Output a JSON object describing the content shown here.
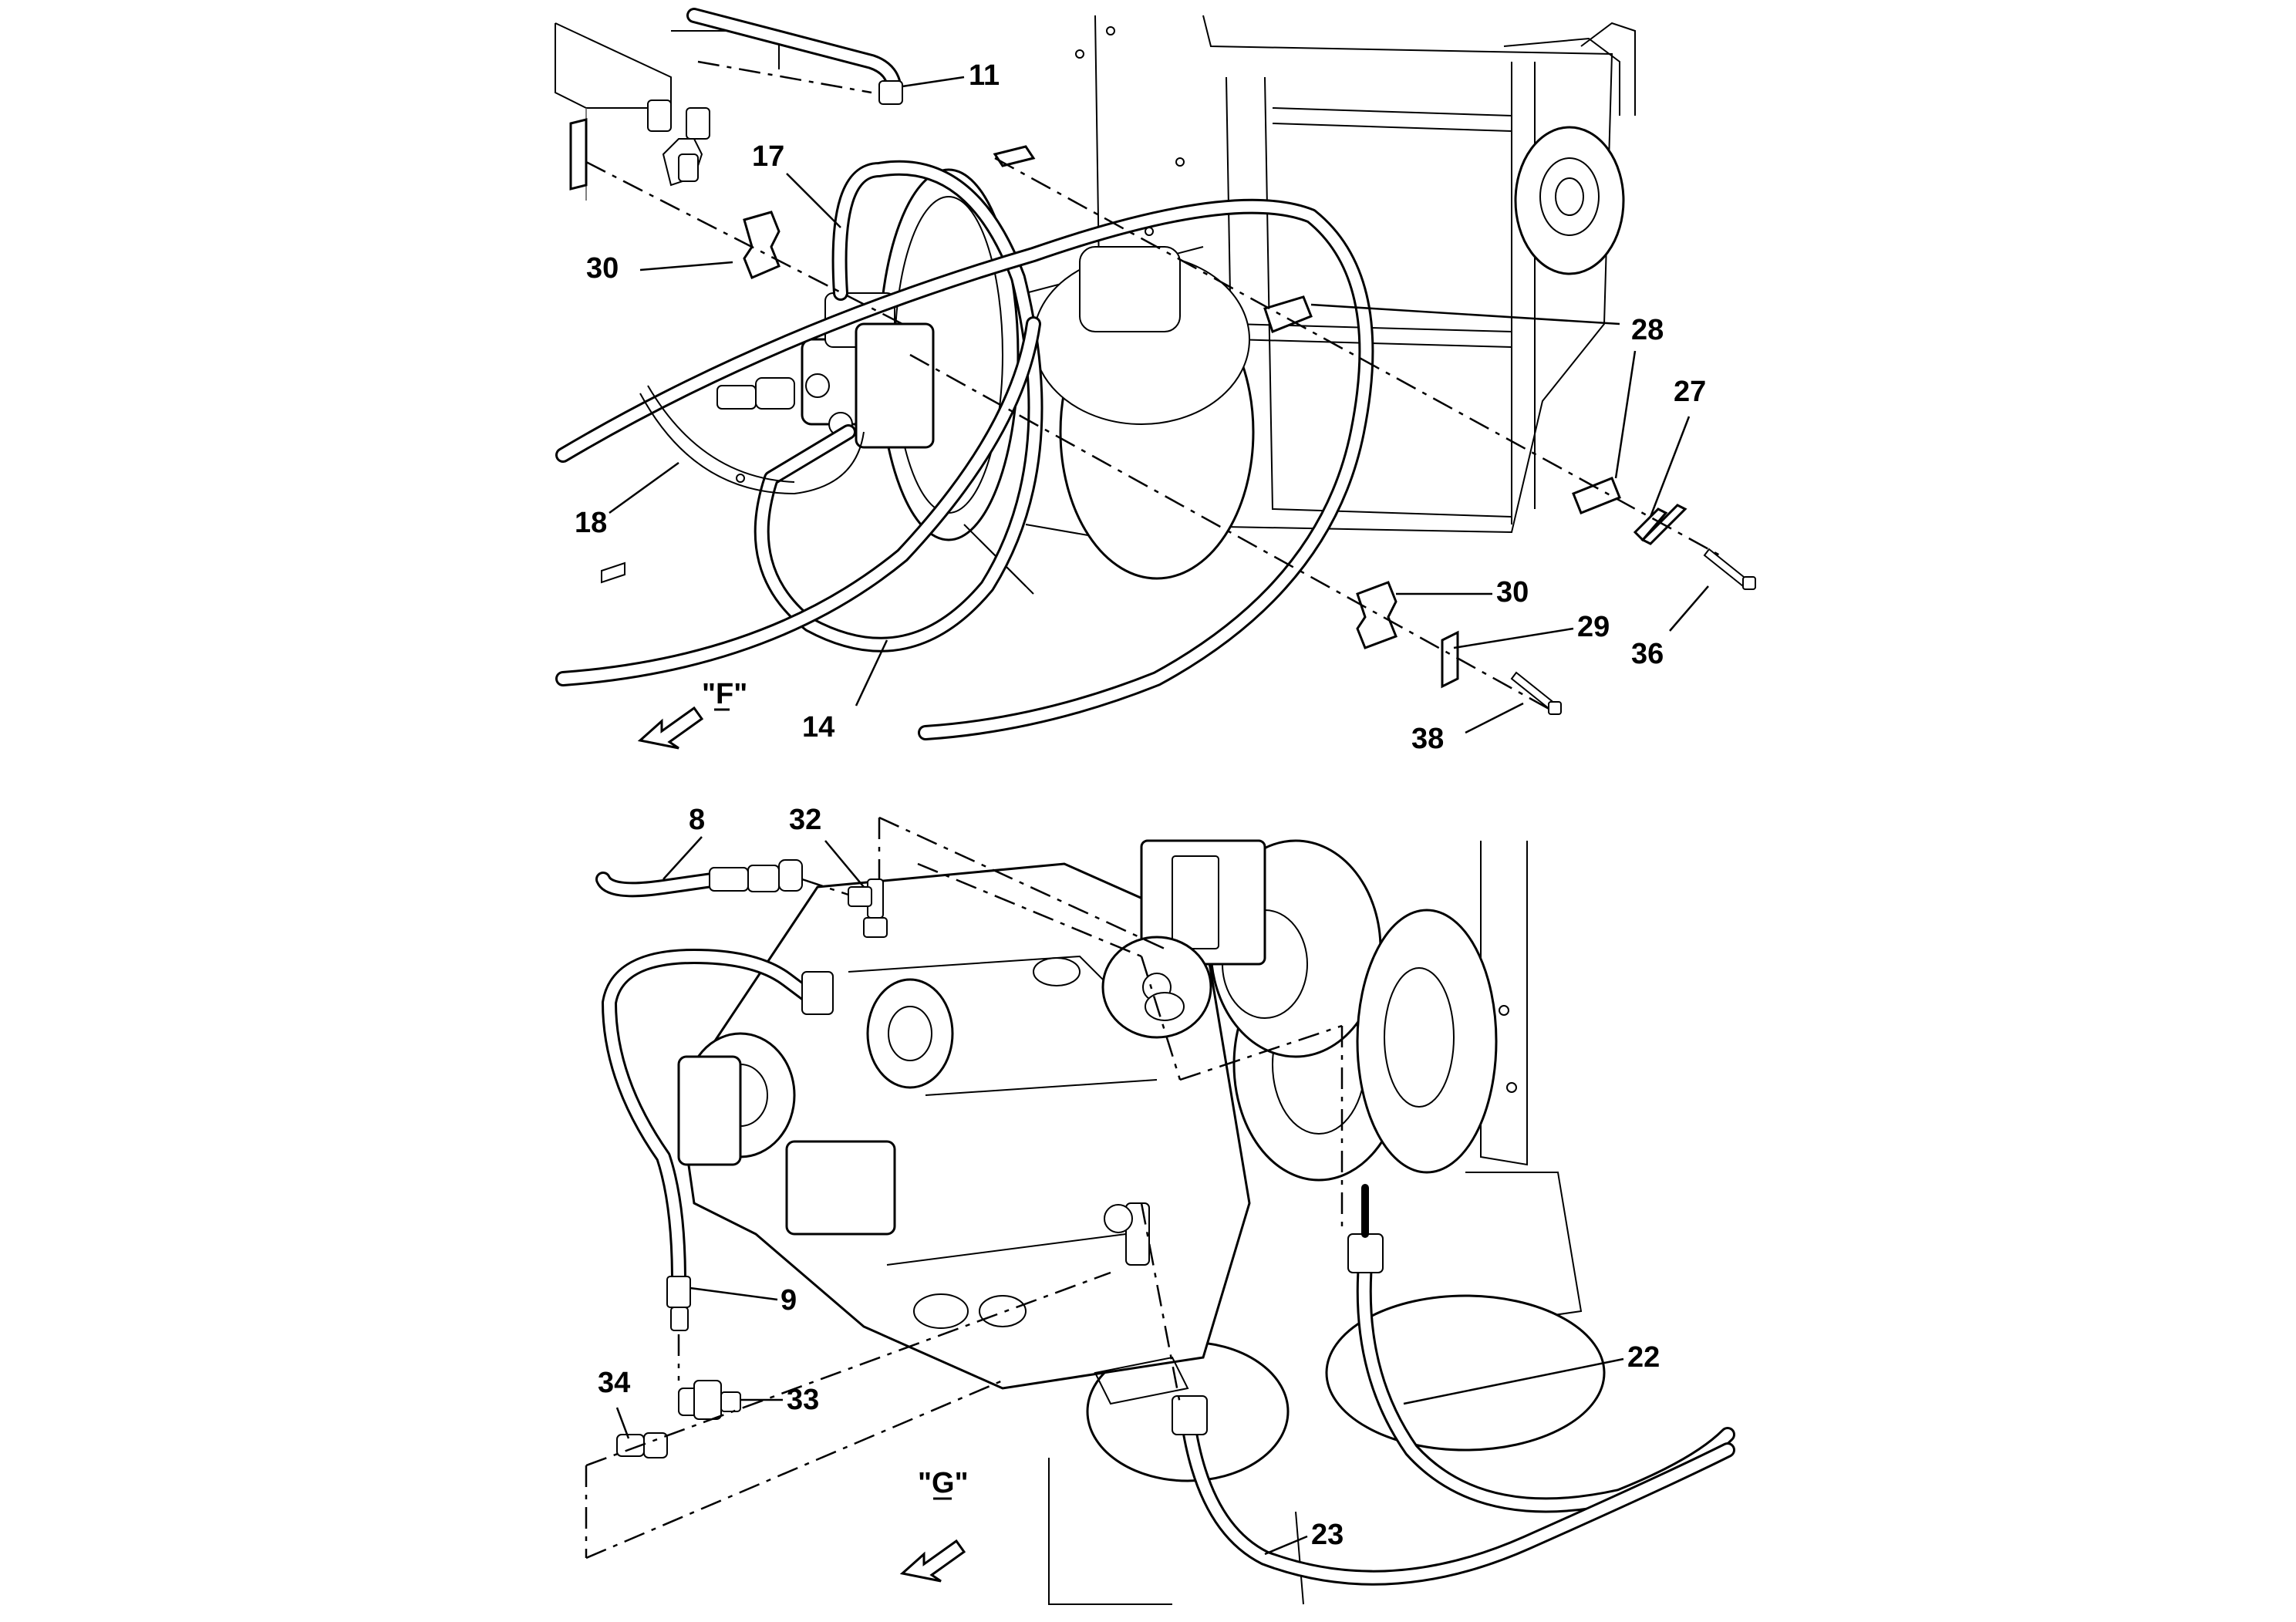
{
  "diagram": {
    "views": [
      {
        "id": "F",
        "label": "\"F\""
      },
      {
        "id": "G",
        "label": "\"G\""
      }
    ],
    "callouts_top": [
      "11",
      "17",
      "30",
      "18",
      "14",
      "28",
      "27",
      "30",
      "29",
      "36",
      "38"
    ],
    "callouts_bottom": [
      "8",
      "32",
      "9",
      "34",
      "33",
      "22",
      "23"
    ]
  }
}
